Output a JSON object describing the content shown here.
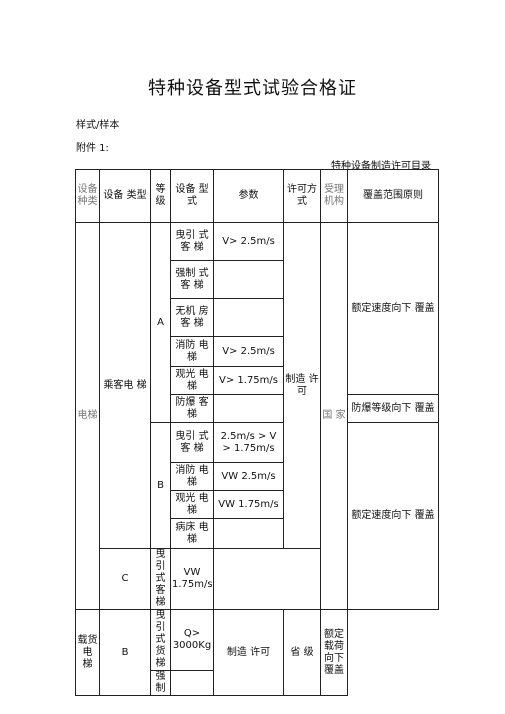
{
  "title": "特种设备型式试验合格证",
  "sample_label": "样式/样本",
  "attachment_label": "附件 1:",
  "catalog_label": "特种设备制造许可目录",
  "headers": {
    "equipment_kind": "设备种类",
    "equipment_type": "设备 类型",
    "grade": "等级",
    "equipment_model": "设备 型式",
    "parameters": "参数",
    "permit_method": "许可方式",
    "acceptance_authority": "受理机构",
    "coverage_principle": "覆盖范围原则"
  },
  "kind": "电梯",
  "types": {
    "passenger": "乘客电 梯",
    "freight": "载货电 梯"
  },
  "grades": {
    "a": "A",
    "b": "B",
    "c": "C",
    "freight_b": "B"
  },
  "rows": [
    {
      "model": "曳引 式 客 梯",
      "param": "V> 2.5m/s"
    },
    {
      "model": "强制 式 客 梯",
      "param": ""
    },
    {
      "model": "无机 房 客 梯",
      "param": ""
    },
    {
      "model": "消防 电 梯",
      "param": "V> 2.5m/s"
    },
    {
      "model": "观光 电 梯",
      "param": "V> 1.75m/s"
    },
    {
      "model": "防爆 客 梯",
      "param": ""
    },
    {
      "model": "曳引 式 客 梯",
      "param": "2.5m/s > V > 1.75m/s"
    },
    {
      "model": "消防 电 梯",
      "param": "VW 2.5m/s"
    },
    {
      "model": "观光 电 梯",
      "param": "VW 1.75m/s"
    },
    {
      "model": "病床 电 梯",
      "param": ""
    },
    {
      "model": "曳引 式 客 梯",
      "param": "VW 1.75m/s"
    },
    {
      "model": "曳引 式 货 梯",
      "param": "Q> 3000Kg"
    },
    {
      "model": "强制",
      "param": ""
    }
  ],
  "permit": {
    "passenger": "制造 许可",
    "freight": "制造 许可"
  },
  "authority": {
    "passenger": "国 家",
    "freight": "省 级"
  },
  "coverage": {
    "a_speed": "额定速度向下 覆盖",
    "explosion_proof": "防爆等级向下 覆盖",
    "b_speed": "额定速度向下 覆盖",
    "freight_load": "额定载荷向下 覆盖"
  }
}
